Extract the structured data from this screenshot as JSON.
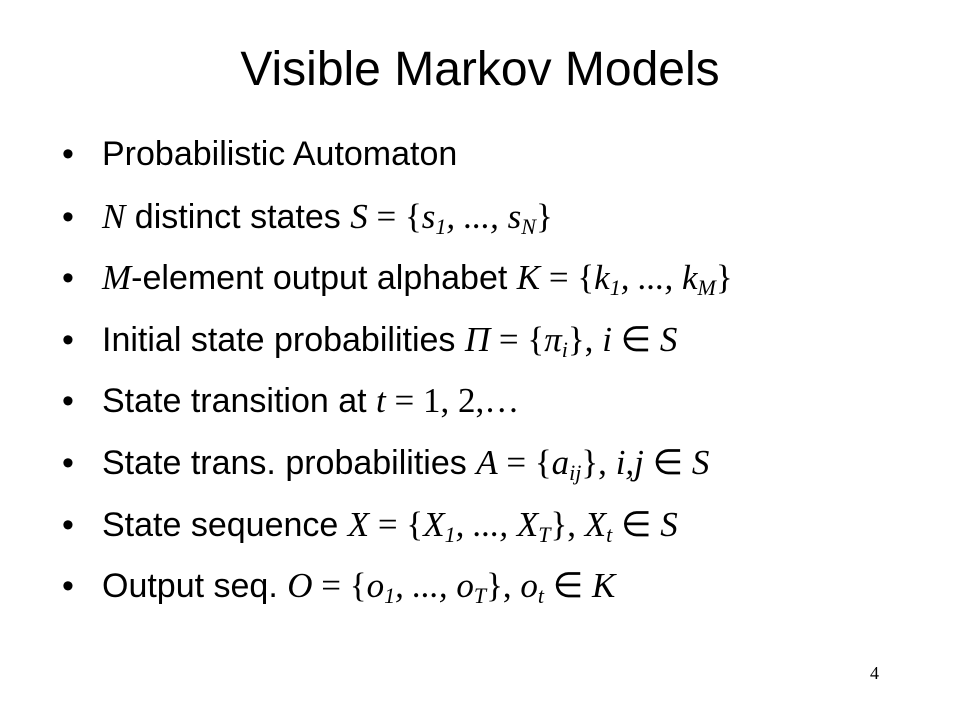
{
  "title": "Visible Markov Models",
  "bullet_glyph": "•",
  "bullets": [
    {
      "text": "Probabilistic Automaton"
    },
    {
      "var": "N",
      "text": " distinct states ",
      "set": "S",
      "eq": " = {",
      "e1": "s",
      "s1": "1",
      "mid": ", ..., ",
      "e2": "s",
      "s2": "N",
      "close": "}"
    },
    {
      "var": "M",
      "text": "-element output alphabet ",
      "set": "K",
      "eq": " = {",
      "e1": "k",
      "s1": "1",
      "mid": ", ..., ",
      "e2": "k",
      "s2": "M",
      "close": "}"
    },
    {
      "text": "Initial state probabilities ",
      "set": "Π",
      "eq": " = {",
      "e1": "π",
      "s1": "i",
      "close": "}, ",
      "idx": "i",
      "in": " ∈ ",
      "dom": "S"
    },
    {
      "text": "State transition at ",
      "var": "t",
      "eq": " = ",
      "vals": "1, 2,…"
    },
    {
      "text": "State trans. probabilities ",
      "set": "A",
      "eq": " = {",
      "e1": "a",
      "s1": "ij",
      "close": "}, ",
      "idx": "i,j",
      "in": " ∈ ",
      "dom": "S"
    },
    {
      "text": "State sequence ",
      "set": "X",
      "eq": " = {",
      "e1": "X",
      "s1": "1",
      "mid": ", ..., ",
      "e2": "X",
      "s2": "T",
      "close": "}, ",
      "e3": "X",
      "s3": "t",
      "in": " ∈ ",
      "dom": "S"
    },
    {
      "text": "Output seq. ",
      "set": "O",
      "eq": " = {",
      "e1": "o",
      "s1": "1",
      "mid": ", ..., ",
      "e2": "o",
      "s2": "T",
      "close": "}, ",
      "e3": "o",
      "s3": "t",
      "in": " ∈ ",
      "dom": "K"
    }
  ],
  "page_number": "4"
}
